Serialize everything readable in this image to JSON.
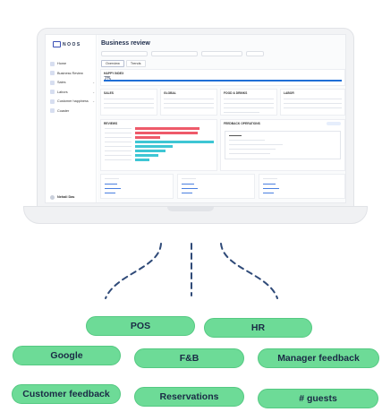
{
  "dashboard": {
    "logo": "NOOS",
    "title": "Business review",
    "tabs": [
      "Overview",
      "Trends"
    ],
    "nav": [
      {
        "label": "Home"
      },
      {
        "label": "Business Review"
      },
      {
        "label": "Sales"
      },
      {
        "label": "Labors"
      },
      {
        "label": "Customer happiness"
      },
      {
        "label": "Coaster"
      }
    ],
    "user": {
      "name": "Nehali Das"
    },
    "happy_index": {
      "label": "HAPPY INDEX",
      "value": "75"
    },
    "sections": [
      "SALES",
      "GLOBAL",
      "FOOD & DRINKS",
      "LABOR"
    ],
    "reviews_label": "REVIEWS",
    "feedback_label": "FEEDBACK OPERATIONS"
  },
  "sources": [
    "POS",
    "HR",
    "Google",
    "F&B",
    "Manager feedback",
    "Customer feedback",
    "Reservations",
    "# guests"
  ],
  "colors": {
    "pill": "#6ddb97",
    "pill_border": "#55c982",
    "dash": "#2f4a78",
    "accent": "#1f6fd6",
    "bar_red": "#ee5a6a",
    "bar_teal": "#3ec6d4"
  }
}
